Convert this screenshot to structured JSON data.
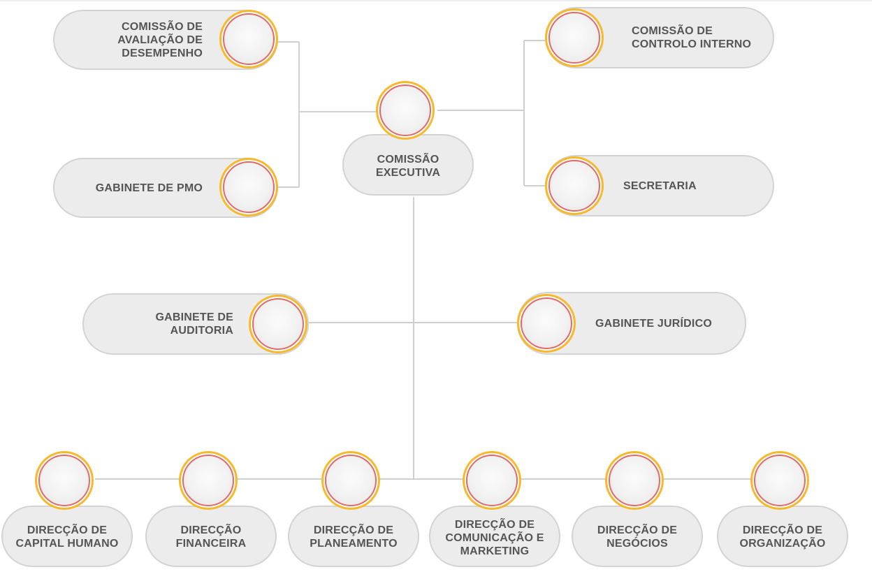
{
  "colors": {
    "pill_fill": "#ececec",
    "pill_border": "#d3d3d3",
    "circle_outer_ring": "#f7b829",
    "circle_inner_ring": "#e06a6a",
    "connector": "#cfcfcf",
    "label_text": "#555555"
  },
  "nodes": {
    "executive": {
      "line1": "COMISSÃO",
      "line2": "EXECUTIVA"
    },
    "avaliacao": {
      "line1": "COMISSÃO DE",
      "line2": "AVALIAÇÃO DE",
      "line3": "DESEMPENHO"
    },
    "pmo": {
      "line1": "GABINETE DE PMO"
    },
    "controlo": {
      "line1": "COMISSÃO DE",
      "line2": "CONTROLO INTERNO"
    },
    "secretaria": {
      "line1": "SECRETARIA"
    },
    "auditoria": {
      "line1": "GABINETE DE",
      "line2": "AUDITORIA"
    },
    "juridico": {
      "line1": "GABINETE JURÍDICO"
    },
    "capital": {
      "line1": "DIRECÇÃO DE",
      "line2": "CAPITAL HUMANO"
    },
    "financeira": {
      "line1": "DIRECÇÃO",
      "line2": "FINANCEIRA"
    },
    "planeamento": {
      "line1": "DIRECÇÃO DE",
      "line2": "PLANEAMENTO"
    },
    "comunicacao": {
      "line1": "DIRECÇÃO DE",
      "line2": "COMUNICAÇÃO E",
      "line3": "MARKETING"
    },
    "negocios": {
      "line1": "DIRECÇÃO DE",
      "line2": "NEGÓCIOS"
    },
    "organizacao": {
      "line1": "DIRECÇÃO DE",
      "line2": "ORGANIZAÇÃO"
    }
  }
}
